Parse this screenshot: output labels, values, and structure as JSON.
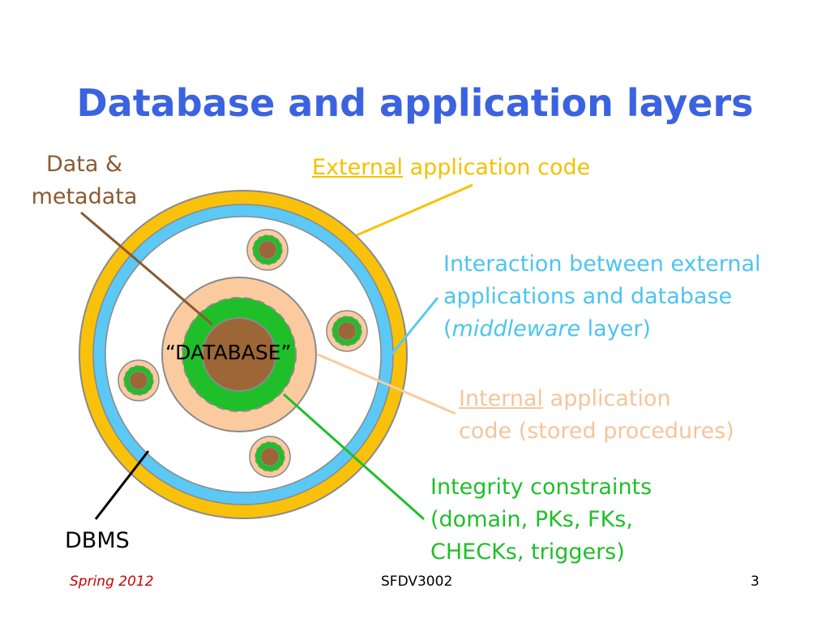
{
  "slide": {
    "title": "Database and application layers",
    "center_label": "“DATABASE”",
    "labels": {
      "data_metadata": {
        "line1": "Data &",
        "line2": "metadata"
      },
      "external": {
        "underlined": "External",
        "rest": " application code"
      },
      "middleware": {
        "line1": "Interaction between external",
        "line2": "applications and database",
        "line3_open": "(",
        "line3_italic": "middleware",
        "line3_rest": " layer)"
      },
      "internal": {
        "underlined": "Internal",
        "line1_rest": " application",
        "line2": "code (stored procedures)"
      },
      "integrity": {
        "line1": "Integrity constraints",
        "line2": "(domain, PKs, FKs,",
        "line3": "CHECKs, triggers)"
      },
      "dbms": "DBMS"
    },
    "footer": {
      "left": "Spring 2012",
      "center": "SFDV3002",
      "right": "3"
    }
  },
  "colors": {
    "title": "#3b63e0",
    "external_ring": "#f9c10a",
    "middleware_ring": "#5bc8f5",
    "internal_layer": "#fbcb9f",
    "integrity": "#1fbf2a",
    "data_core": "#9c6636",
    "ring_outline": "#8a8a8a"
  }
}
